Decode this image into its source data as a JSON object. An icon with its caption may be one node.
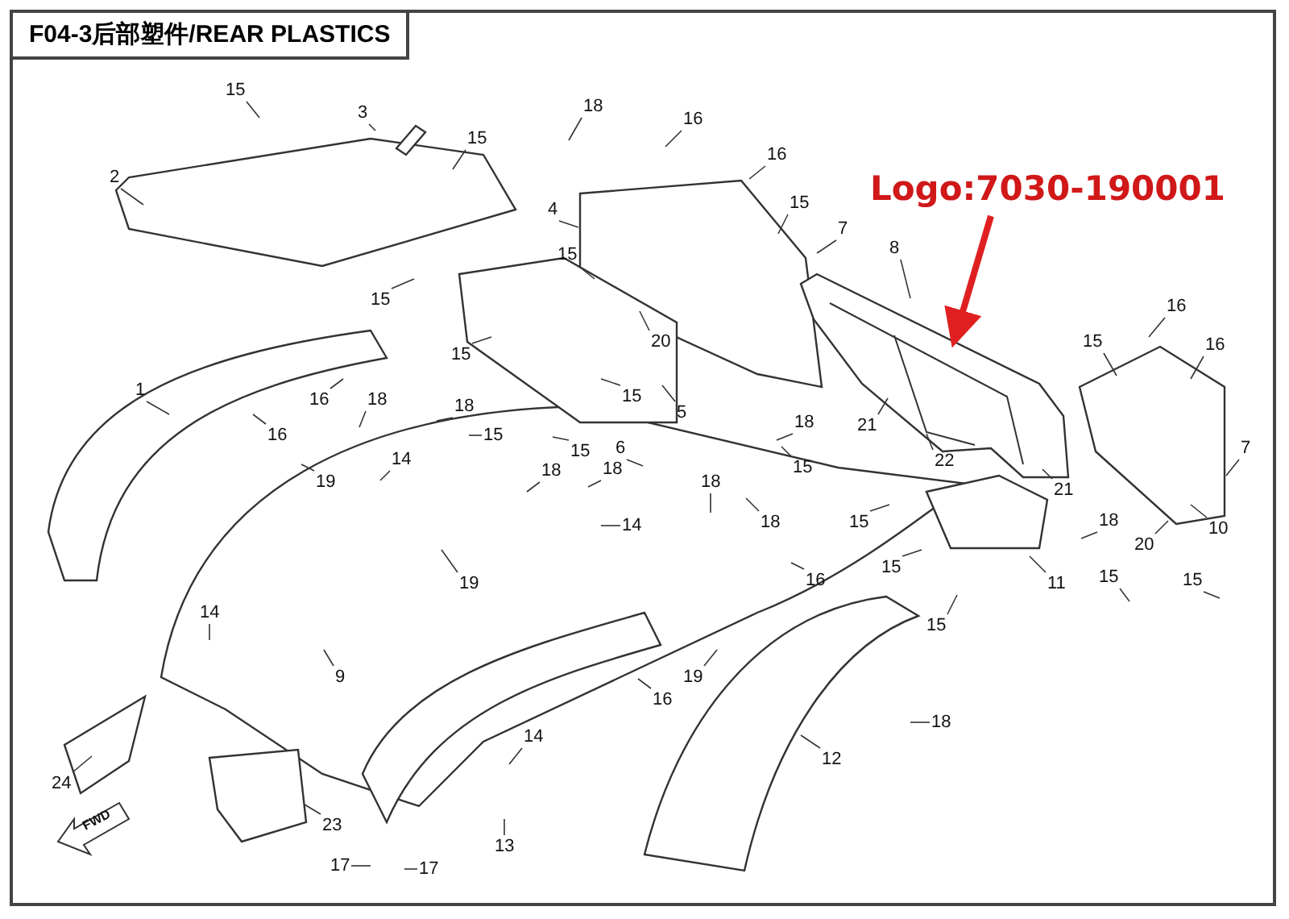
{
  "diagram": {
    "title": "F04-3后部塑件/REAR PLASTICS",
    "nodes": [
      {
        "text": [
          "Logo:7030-190001"
        ]
      },
      {
        "text": [],
        "shape": "picture"
      },
      {
        "text": [
          "15"
        ]
      },
      {
        "text": [
          "3"
        ]
      },
      {
        "text": [
          "18"
        ]
      },
      {
        "text": [
          "15"
        ]
      },
      {
        "text": [
          "16"
        ]
      },
      {
        "text": [
          "16"
        ]
      },
      {
        "text": [
          "2"
        ]
      },
      {
        "text": [
          "4"
        ]
      },
      {
        "text": [
          "15"
        ]
      },
      {
        "text": [
          "7"
        ]
      },
      {
        "text": [
          "15"
        ]
      },
      {
        "text": [
          "8"
        ]
      },
      {
        "text": [
          "15"
        ]
      },
      {
        "text": [
          "20"
        ]
      },
      {
        "text": [
          "15"
        ]
      },
      {
        "text": [
          "15"
        ]
      },
      {
        "text": [
          "16"
        ]
      },
      {
        "text": [
          "16"
        ]
      },
      {
        "text": [
          "1"
        ]
      },
      {
        "text": [
          "16"
        ]
      },
      {
        "text": [
          "18"
        ]
      },
      {
        "text": [
          "15"
        ]
      },
      {
        "text": [
          "18"
        ]
      },
      {
        "text": [
          "5"
        ]
      },
      {
        "text": [
          "6"
        ]
      },
      {
        "text": [
          "16"
        ]
      },
      {
        "text": [
          "15"
        ]
      },
      {
        "text": [
          "15"
        ]
      },
      {
        "text": [
          "7"
        ]
      },
      {
        "text": [
          "18"
        ]
      },
      {
        "text": [
          "14"
        ]
      },
      {
        "text": [
          "21"
        ]
      },
      {
        "text": [
          "18"
        ]
      },
      {
        "text": [
          "19"
        ]
      },
      {
        "text": [
          "18"
        ]
      },
      {
        "text": [
          "18"
        ]
      },
      {
        "text": [
          "15"
        ]
      },
      {
        "text": [
          "22"
        ]
      },
      {
        "text": [
          "14"
        ]
      },
      {
        "text": [
          "18"
        ]
      },
      {
        "text": [
          "21"
        ]
      },
      {
        "text": [
          "10"
        ]
      },
      {
        "text": [
          "18"
        ]
      },
      {
        "text": [
          "20"
        ]
      },
      {
        "text": [
          "15"
        ]
      },
      {
        "text": [
          "15"
        ]
      },
      {
        "text": [
          "15"
        ]
      },
      {
        "text": [
          "11"
        ]
      },
      {
        "text": [
          "15"
        ]
      },
      {
        "text": [
          "15"
        ]
      },
      {
        "text": [
          "19"
        ]
      },
      {
        "text": [
          "18"
        ]
      },
      {
        "text": [
          "16"
        ]
      },
      {
        "text": [
          "16"
        ]
      },
      {
        "text": [
          "14"
        ]
      },
      {
        "text": [
          "9"
        ]
      },
      {
        "text": [
          "19"
        ]
      },
      {
        "text": [
          "14"
        ]
      },
      {
        "text": [
          "12"
        ]
      },
      {
        "text": [
          "24"
        ]
      },
      {
        "text": [
          "23"
        ]
      },
      {
        "text": [
          "13"
        ]
      },
      {
        "text": [
          "17"
        ]
      },
      {
        "text": [
          "17"
        ]
      }
    ],
    "edges": [
      {
        "from": 0,
        "to": 1,
        "arrow": "to",
        "style": "thick",
        "color": "#e02020"
      },
      {
        "from": 2,
        "to": null,
        "arrow": "none"
      },
      {
        "from": 3,
        "to": null,
        "arrow": "none"
      },
      {
        "from": 4,
        "to": null,
        "arrow": "none"
      },
      {
        "from": 5,
        "to": null,
        "arrow": "none"
      },
      {
        "from": 6,
        "to": null,
        "arrow": "none"
      },
      {
        "from": 7,
        "to": null,
        "arrow": "none"
      },
      {
        "from": 8,
        "to": null,
        "arrow": "none"
      },
      {
        "from": 9,
        "to": null,
        "arrow": "none"
      },
      {
        "from": 10,
        "to": null,
        "arrow": "none"
      },
      {
        "from": 11,
        "to": null,
        "arrow": "none"
      },
      {
        "from": 12,
        "to": null,
        "arrow": "none"
      },
      {
        "from": 13,
        "to": 1,
        "arrow": "none"
      },
      {
        "from": 14,
        "to": null,
        "arrow": "none"
      },
      {
        "from": 15,
        "to": null,
        "arrow": "none"
      },
      {
        "from": 16,
        "to": null,
        "arrow": "none"
      },
      {
        "from": 17,
        "to": null,
        "arrow": "none"
      },
      {
        "from": 18,
        "to": null,
        "arrow": "none"
      },
      {
        "from": 19,
        "to": null,
        "arrow": "none"
      },
      {
        "from": 20,
        "to": null,
        "arrow": "none"
      },
      {
        "from": 21,
        "to": null,
        "arrow": "none"
      },
      {
        "from": 22,
        "to": null,
        "arrow": "none"
      },
      {
        "from": 23,
        "to": null,
        "arrow": "none"
      },
      {
        "from": 24,
        "to": null,
        "arrow": "none"
      },
      {
        "from": 25,
        "to": null,
        "arrow": "none"
      },
      {
        "from": 26,
        "to": null,
        "arrow": "none"
      },
      {
        "from": 27,
        "to": null,
        "arrow": "none"
      },
      {
        "from": 28,
        "to": null,
        "arrow": "none"
      },
      {
        "from": 29,
        "to": null,
        "arrow": "none"
      },
      {
        "from": 30,
        "to": null,
        "arrow": "none"
      },
      {
        "from": 31,
        "to": null,
        "arrow": "none"
      },
      {
        "from": 32,
        "to": null,
        "arrow": "none"
      },
      {
        "from": 33,
        "to": 1,
        "arrow": "none"
      },
      {
        "from": 34,
        "to": null,
        "arrow": "none"
      },
      {
        "from": 35,
        "to": null,
        "arrow": "none"
      },
      {
        "from": 36,
        "to": null,
        "arrow": "none"
      },
      {
        "from": 37,
        "to": null,
        "arrow": "none"
      },
      {
        "from": 38,
        "to": null,
        "arrow": "none"
      },
      {
        "from": 39,
        "to": 1,
        "arrow": "none"
      },
      {
        "from": 40,
        "to": null,
        "arrow": "none"
      },
      {
        "from": 41,
        "to": null,
        "arrow": "none"
      },
      {
        "from": 42,
        "to": null,
        "arrow": "none"
      },
      {
        "from": 43,
        "to": null,
        "arrow": "none"
      },
      {
        "from": 44,
        "to": null,
        "arrow": "none"
      },
      {
        "from": 45,
        "to": null,
        "arrow": "none"
      },
      {
        "from": 46,
        "to": null,
        "arrow": "none"
      },
      {
        "from": 47,
        "to": null,
        "arrow": "none"
      },
      {
        "from": 48,
        "to": null,
        "arrow": "none"
      },
      {
        "from": 49,
        "to": null,
        "arrow": "none"
      },
      {
        "from": 50,
        "to": null,
        "arrow": "none"
      },
      {
        "from": 51,
        "to": null,
        "arrow": "none"
      },
      {
        "from": 52,
        "to": null,
        "arrow": "none"
      },
      {
        "from": 53,
        "to": null,
        "arrow": "none"
      },
      {
        "from": 54,
        "to": null,
        "arrow": "none"
      },
      {
        "from": 55,
        "to": null,
        "arrow": "none"
      },
      {
        "from": 56,
        "to": null,
        "arrow": "none"
      },
      {
        "from": 57,
        "to": null,
        "arrow": "none"
      },
      {
        "from": 58,
        "to": null,
        "arrow": "none"
      },
      {
        "from": 59,
        "to": null,
        "arrow": "none"
      },
      {
        "from": 60,
        "to": null,
        "arrow": "none"
      },
      {
        "from": 61,
        "to": null,
        "arrow": "none"
      },
      {
        "from": 62,
        "to": null,
        "arrow": "none"
      },
      {
        "from": 63,
        "to": null,
        "arrow": "none"
      },
      {
        "from": 64,
        "to": null,
        "arrow": "none"
      },
      {
        "from": 65,
        "to": null,
        "arrow": "none"
      }
    ],
    "labels": [
      "FWD"
    ]
  }
}
